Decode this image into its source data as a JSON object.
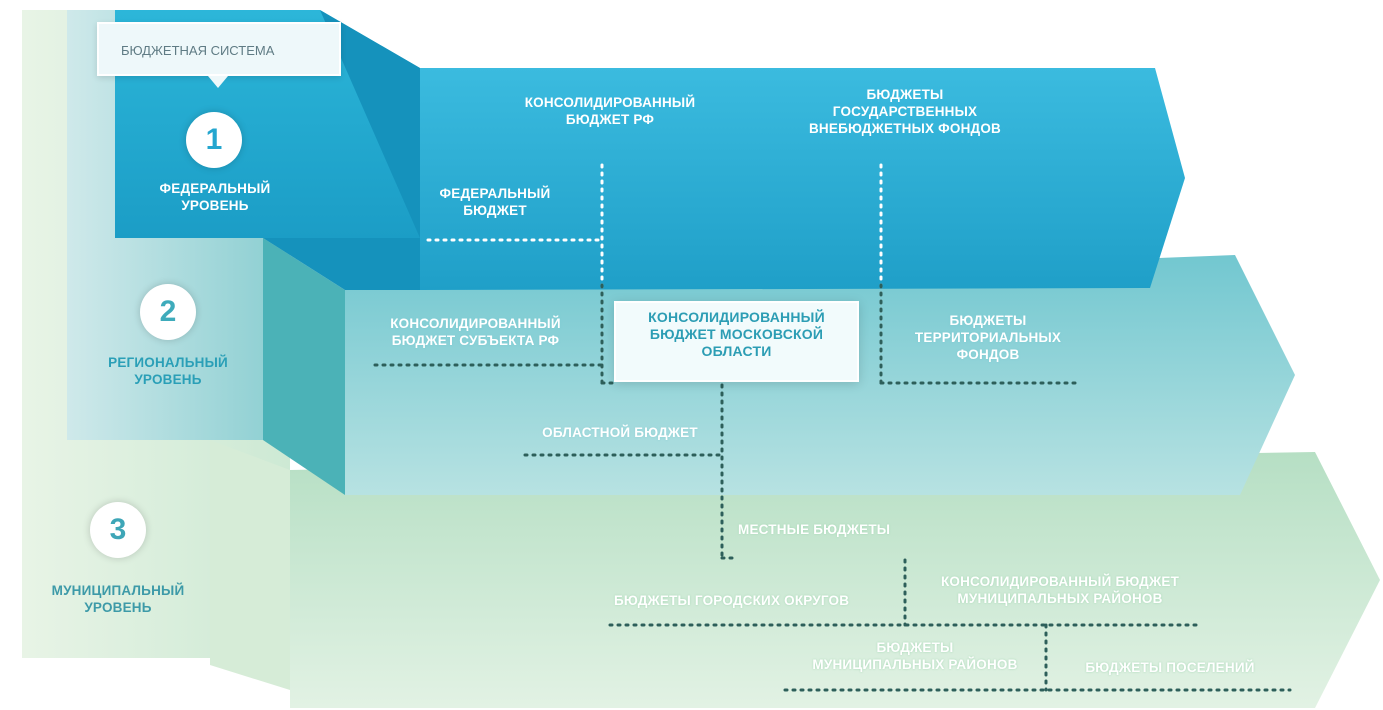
{
  "system_label": "БЮДЖЕТНАЯ СИСТЕМА",
  "levels": [
    {
      "number": "1",
      "name": "ФЕДЕРАЛЬНЫЙ\nУРОВЕНЬ"
    },
    {
      "number": "2",
      "name": "РЕГИОНАЛЬНЫЙ\nУРОВЕНЬ"
    },
    {
      "number": "3",
      "name": "МУНИЦИПАЛЬНЫЙ\nУРОВЕНЬ"
    }
  ],
  "federal": {
    "consolidated": "КОНСОЛИДИРОВАННЫЙ\nБЮДЖЕТ РФ",
    "extrabudgetary": "БЮДЖЕТЫ\nГОСУДАРСТВЕННЫХ\nВНЕБЮДЖЕТНЫХ ФОНДОВ",
    "federal_budget": "ФЕДЕРАЛЬНЫЙ\nБЮДЖЕТ"
  },
  "regional": {
    "subject_consolidated": "КОНСОЛИДИРОВАННЫЙ\nБЮДЖЕТ СУБЪЕКТА РФ",
    "moscow_region_consolidated": "КОНСОЛИДИРОВАННЫЙ\nБЮДЖЕТ МОСКОВСКОЙ\nОБЛАСТИ",
    "territorial_funds": "БЮДЖЕТЫ\nТЕРРИТОРИАЛЬНЫХ\nФОНДОВ",
    "oblast_budget": "ОБЛАСТНОЙ БЮДЖЕТ"
  },
  "municipal": {
    "local_budgets": "МЕСТНЫЕ БЮДЖЕТЫ",
    "city_districts": "БЮДЖЕТЫ ГОРОДСКИХ ОКРУГОВ",
    "consolidated_districts": "КОНСОЛИДИРОВАННЫЙ БЮДЖЕТ\nМУНИЦИПАЛЬНЫХ РАЙОНОВ",
    "district_budgets": "БЮДЖЕТЫ\nМУНИЦИПАЛЬНЫХ РАЙОНОВ",
    "settlement_budgets": "БЮДЖЕТЫ ПОСЕЛЕНИЙ"
  },
  "colors": {
    "federal": "#21a9d0",
    "regional": "#6cc3cd",
    "municipal": "#bfe3c4",
    "dots": "#ffffff",
    "dots_dark": "#2d5f5a"
  }
}
